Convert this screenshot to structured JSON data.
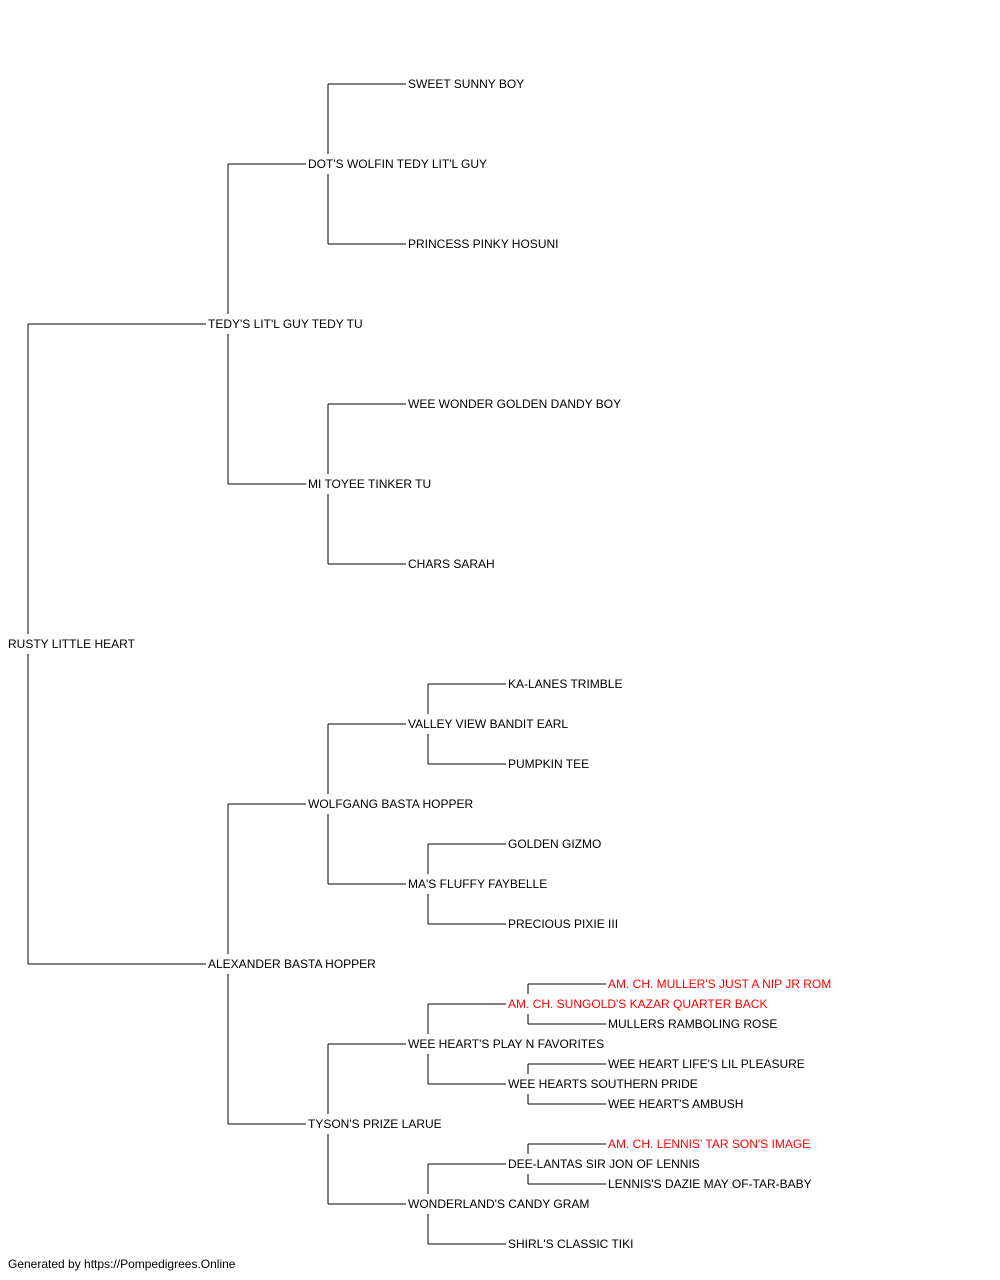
{
  "colors": {
    "line": "#000000",
    "text": "#000000",
    "champion": "#ff0000"
  },
  "pedigree": {
    "subject": {
      "name": "RUSTY LITTLE HEART"
    },
    "sire": {
      "name": "TEDY'S LIT'L GUY TEDY TU",
      "sire": {
        "name": "DOT'S WOLFIN TEDY LIT'L GUY",
        "sire": {
          "name": "SWEET SUNNY BOY"
        },
        "dam": {
          "name": "PRINCESS PINKY HOSUNI"
        }
      },
      "dam": {
        "name": "MI TOYEE TINKER TU",
        "sire": {
          "name": "WEE WONDER GOLDEN DANDY BOY"
        },
        "dam": {
          "name": "CHARS SARAH"
        }
      }
    },
    "dam": {
      "name": "ALEXANDER BASTA HOPPER",
      "sire": {
        "name": "WOLFGANG BASTA HOPPER",
        "sire": {
          "name": "VALLEY VIEW BANDIT EARL",
          "sire": {
            "name": "KA-LANES TRIMBLE"
          },
          "dam": {
            "name": "PUMPKIN TEE"
          }
        },
        "dam": {
          "name": "MA'S FLUFFY FAYBELLE",
          "sire": {
            "name": "GOLDEN GIZMO"
          },
          "dam": {
            "name": "PRECIOUS PIXIE III"
          }
        }
      },
      "dam": {
        "name": "TYSON'S PRIZE LARUE",
        "sire": {
          "name": "WEE HEART'S PLAY N FAVORITES",
          "sire": {
            "name": "AM. CH. SUNGOLD'S KAZAR QUARTER BACK",
            "champion": true,
            "sire": {
              "name": "AM. CH. MULLER'S JUST A NIP JR ROM",
              "champion": true
            },
            "dam": {
              "name": "MULLERS RAMBOLING ROSE"
            }
          },
          "dam": {
            "name": "WEE HEARTS SOUTHERN PRIDE",
            "sire": {
              "name": "WEE HEART LIFE'S LIL PLEASURE"
            },
            "dam": {
              "name": "WEE HEART'S AMBUSH"
            }
          }
        },
        "dam": {
          "name": "WONDERLAND'S CANDY GRAM",
          "sire": {
            "name": "DEE-LANTAS SIR JON OF LENNIS",
            "sire": {
              "name": "AM. CH. LENNIS' TAR SON'S IMAGE",
              "champion": true
            },
            "dam": {
              "name": "LENNIS'S DAZIE MAY OF-TAR-BABY"
            }
          },
          "dam": {
            "name": "SHIRL'S CLASSIC TIKI"
          }
        }
      }
    }
  },
  "footer": {
    "text": "Generated by https://Pompedigrees.Online"
  }
}
